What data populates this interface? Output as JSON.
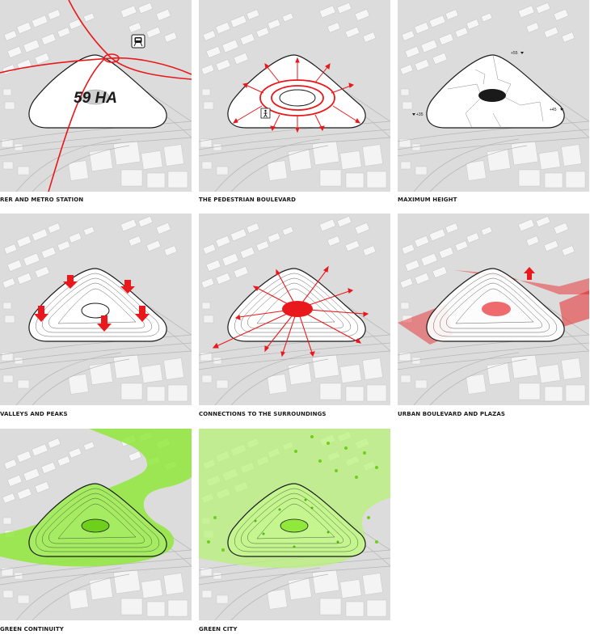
{
  "panels": [
    {
      "caption": "RER AND METRO STATION",
      "area_label": "59 HA",
      "icon": "train-icon"
    },
    {
      "caption": "THE PEDESTRIAN BOULEVARD",
      "icon": "pedestrian-icon"
    },
    {
      "caption": "MAXIMUM HEIGHT",
      "height_labels": [
        "+55",
        "+35",
        "+45"
      ]
    },
    {
      "caption": "VALLEYS AND PEAKS"
    },
    {
      "caption": "CONNECTIONS TO THE SURROUNDINGS"
    },
    {
      "caption": "URBAN BOULEVARD AND PLAZAS"
    },
    {
      "caption": "GREEN CONTINUITY"
    },
    {
      "caption": "GREEN CITY"
    }
  ],
  "colors": {
    "background": "#dcdcdc",
    "buildings": "#ffffff",
    "accent_red": "#e8181c",
    "green": "#8fe83a",
    "outline": "#1a1a1a"
  }
}
